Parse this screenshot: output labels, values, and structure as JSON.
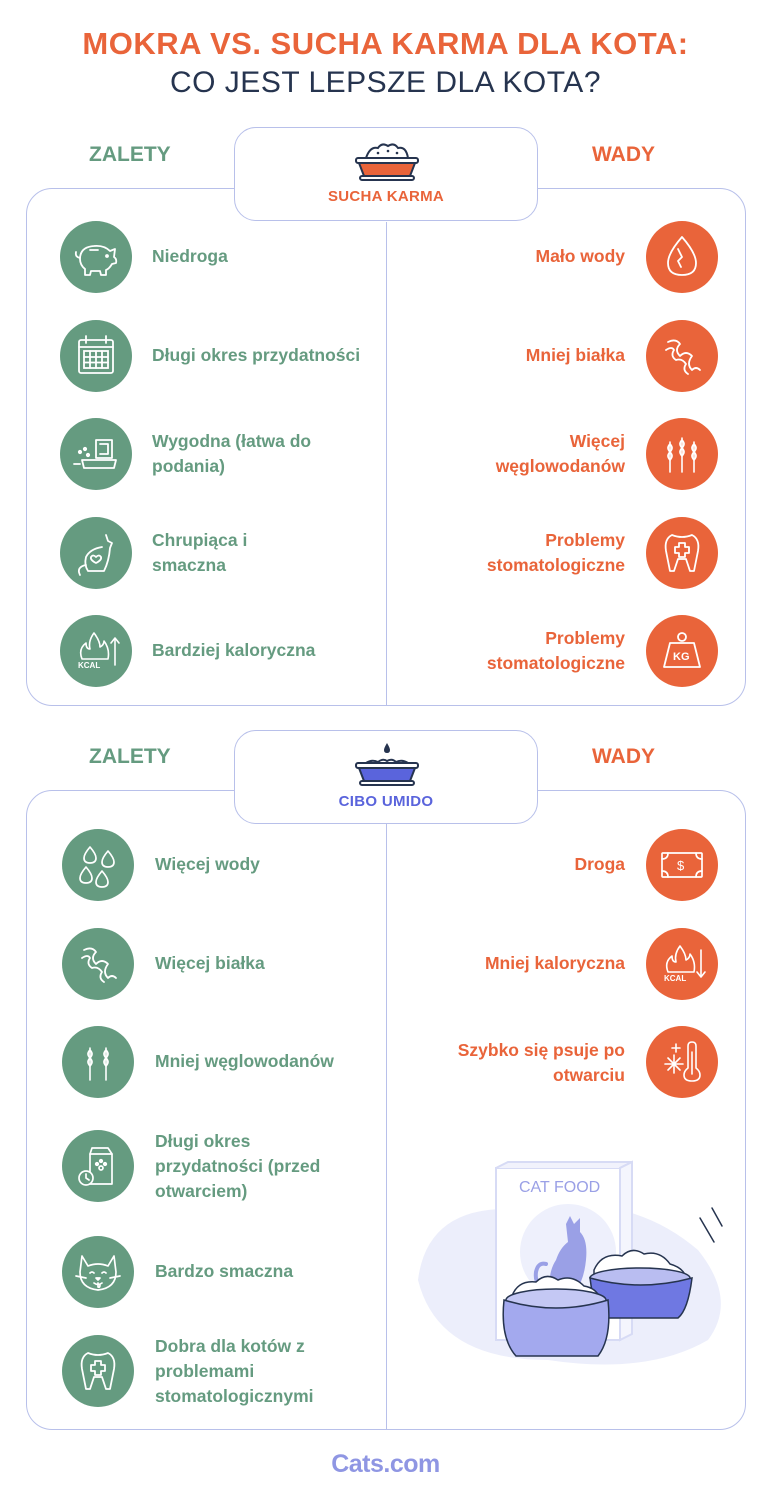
{
  "title": {
    "line1": "MOKRA VS. SUCHA KARMA DLA KOTA:",
    "line2": "CO JEST LEPSZE DLA KOTA?"
  },
  "dry": {
    "pros_heading": "ZALETY",
    "cons_heading": "WADY",
    "tab_label": "SUCHA KARMA",
    "tab_icon": "dry-food-bowl-icon",
    "pros": [
      {
        "line1": "Niedroga",
        "line2": "",
        "icon": "piggy-bank-icon"
      },
      {
        "line1": "Długi okres przydatności",
        "line2": "",
        "icon": "calendar-icon"
      },
      {
        "line1": "Wygodna (łatwa do",
        "line2": "podania)",
        "icon": "food-scoop-icon"
      },
      {
        "line1": "Chrupiąca i",
        "line2": "smaczna",
        "icon": "cat-heart-icon"
      },
      {
        "line1": "Bardziej kaloryczna",
        "line2": "",
        "icon": "kcal-up-icon"
      }
    ],
    "cons": [
      {
        "line1": "Mało wody",
        "line2": "",
        "icon": "water-drop-icon"
      },
      {
        "line1": "Mniej białka",
        "line2": "",
        "icon": "protein-icon"
      },
      {
        "line1": "Więcej",
        "line2": "węglowodanów",
        "icon": "wheat-icon"
      },
      {
        "line1": "Problemy",
        "line2": "stomatologiczne",
        "icon": "tooth-icon"
      },
      {
        "line1": "Problemy",
        "line2": "stomatologiczne",
        "icon": "kg-weight-icon"
      }
    ]
  },
  "wet": {
    "pros_heading": "ZALETY",
    "cons_heading": "WADY",
    "tab_label": "CIBO UMIDO",
    "tab_icon": "wet-food-bowl-icon",
    "pros": [
      {
        "line1": "Więcej wody",
        "line2": "",
        "line3": "",
        "icon": "water-drops-icon"
      },
      {
        "line1": "Więcej białka",
        "line2": "",
        "line3": "",
        "icon": "protein-icon"
      },
      {
        "line1": "Mniej węglowodanów",
        "line2": "",
        "line3": "",
        "icon": "wheat-icon"
      },
      {
        "line1": "Długi okres",
        "line2": "przydatności (przed",
        "line3": "otwarciem)",
        "icon": "food-bag-clock-icon"
      },
      {
        "line1": "Bardzo smaczna",
        "line2": "",
        "line3": "",
        "icon": "cat-face-icon"
      },
      {
        "line1": "Dobra dla kotów z",
        "line2": "problemami",
        "line3": "stomatologicznymi",
        "icon": "tooth-icon"
      }
    ],
    "cons": [
      {
        "line1": "Droga",
        "line2": "",
        "icon": "banknote-icon"
      },
      {
        "line1": "Mniej kaloryczna",
        "line2": "",
        "icon": "kcal-down-icon"
      },
      {
        "line1": "Szybko się psuje po",
        "line2": "otwarciu",
        "icon": "thermometer-snow-icon"
      }
    ]
  },
  "illustration": {
    "box_text": "CAT FOOD"
  },
  "footer": {
    "logo": "Cats.com"
  },
  "colors": {
    "green": "#659b80",
    "orange": "#e9643a",
    "navy": "#26344f",
    "border": "#b8c0ea",
    "purple": "#8f96e3"
  }
}
